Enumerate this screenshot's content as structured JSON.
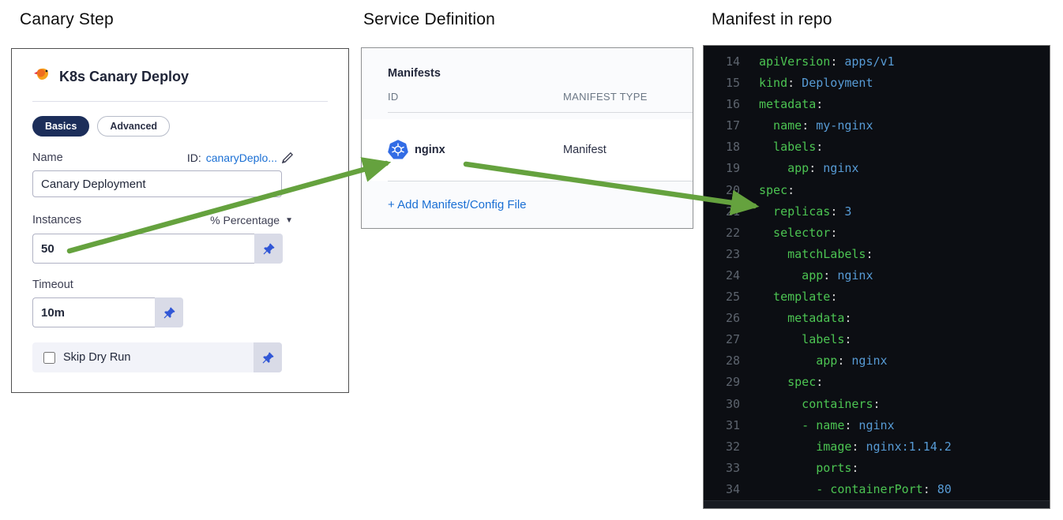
{
  "titles": {
    "canary_step": "Canary Step",
    "service_definition": "Service Definition",
    "manifest_in_repo": "Manifest in repo"
  },
  "canary_panel": {
    "title": "K8s Canary Deploy",
    "tabs": [
      {
        "label": "Basics",
        "active": true
      },
      {
        "label": "Advanced",
        "active": false
      }
    ],
    "name_label": "Name",
    "id_prefix": "ID:",
    "id_value": "canaryDeplo...",
    "name_value": "Canary Deployment",
    "instances_label": "Instances",
    "instances_unit": "% Percentage",
    "instances_value": "50",
    "timeout_label": "Timeout",
    "timeout_value": "10m",
    "skip_dry_run_label": "Skip Dry Run",
    "skip_dry_run_checked": false
  },
  "service_panel": {
    "heading": "Manifests",
    "columns": {
      "id": "ID",
      "type": "MANIFEST TYPE"
    },
    "rows": [
      {
        "id": "nginx",
        "type": "Manifest",
        "icon": "kubernetes-icon"
      }
    ],
    "add_link": "+ Add Manifest/Config File"
  },
  "editor": {
    "lines": [
      {
        "n": 14,
        "indent": 0,
        "dash": false,
        "k": "apiVersion",
        "v": "apps/v1"
      },
      {
        "n": 15,
        "indent": 0,
        "dash": false,
        "k": "kind",
        "v": "Deployment"
      },
      {
        "n": 16,
        "indent": 0,
        "dash": false,
        "k": "metadata",
        "v": ""
      },
      {
        "n": 17,
        "indent": 2,
        "dash": false,
        "k": "name",
        "v": "my-nginx"
      },
      {
        "n": 18,
        "indent": 2,
        "dash": false,
        "k": "labels",
        "v": ""
      },
      {
        "n": 19,
        "indent": 4,
        "dash": false,
        "k": "app",
        "v": "nginx"
      },
      {
        "n": 20,
        "indent": 0,
        "dash": false,
        "k": "spec",
        "v": ""
      },
      {
        "n": 21,
        "indent": 2,
        "dash": false,
        "k": "replicas",
        "v": "3"
      },
      {
        "n": 22,
        "indent": 2,
        "dash": false,
        "k": "selector",
        "v": ""
      },
      {
        "n": 23,
        "indent": 4,
        "dash": false,
        "k": "matchLabels",
        "v": ""
      },
      {
        "n": 24,
        "indent": 6,
        "dash": false,
        "k": "app",
        "v": "nginx"
      },
      {
        "n": 25,
        "indent": 2,
        "dash": false,
        "k": "template",
        "v": ""
      },
      {
        "n": 26,
        "indent": 4,
        "dash": false,
        "k": "metadata",
        "v": ""
      },
      {
        "n": 27,
        "indent": 6,
        "dash": false,
        "k": "labels",
        "v": ""
      },
      {
        "n": 28,
        "indent": 8,
        "dash": false,
        "k": "app",
        "v": "nginx"
      },
      {
        "n": 29,
        "indent": 4,
        "dash": false,
        "k": "spec",
        "v": ""
      },
      {
        "n": 30,
        "indent": 6,
        "dash": false,
        "k": "containers",
        "v": ""
      },
      {
        "n": 31,
        "indent": 6,
        "dash": true,
        "k": "name",
        "v": "nginx"
      },
      {
        "n": 32,
        "indent": 8,
        "dash": false,
        "k": "image",
        "v": "nginx:1.14.2"
      },
      {
        "n": 33,
        "indent": 8,
        "dash": false,
        "k": "ports",
        "v": ""
      },
      {
        "n": 34,
        "indent": 8,
        "dash": true,
        "k": "containerPort",
        "v": "80"
      }
    ]
  },
  "colors": {
    "arrow_green": "#65a23e",
    "pill_navy": "#1c2e5a",
    "link_blue": "#1a6fd4",
    "pin_blue": "#3157d6",
    "k8s_blue": "#326ce5",
    "editor_bg": "#0c0e13",
    "yaml_key": "#4cc452",
    "yaml_value": "#579bd5"
  }
}
